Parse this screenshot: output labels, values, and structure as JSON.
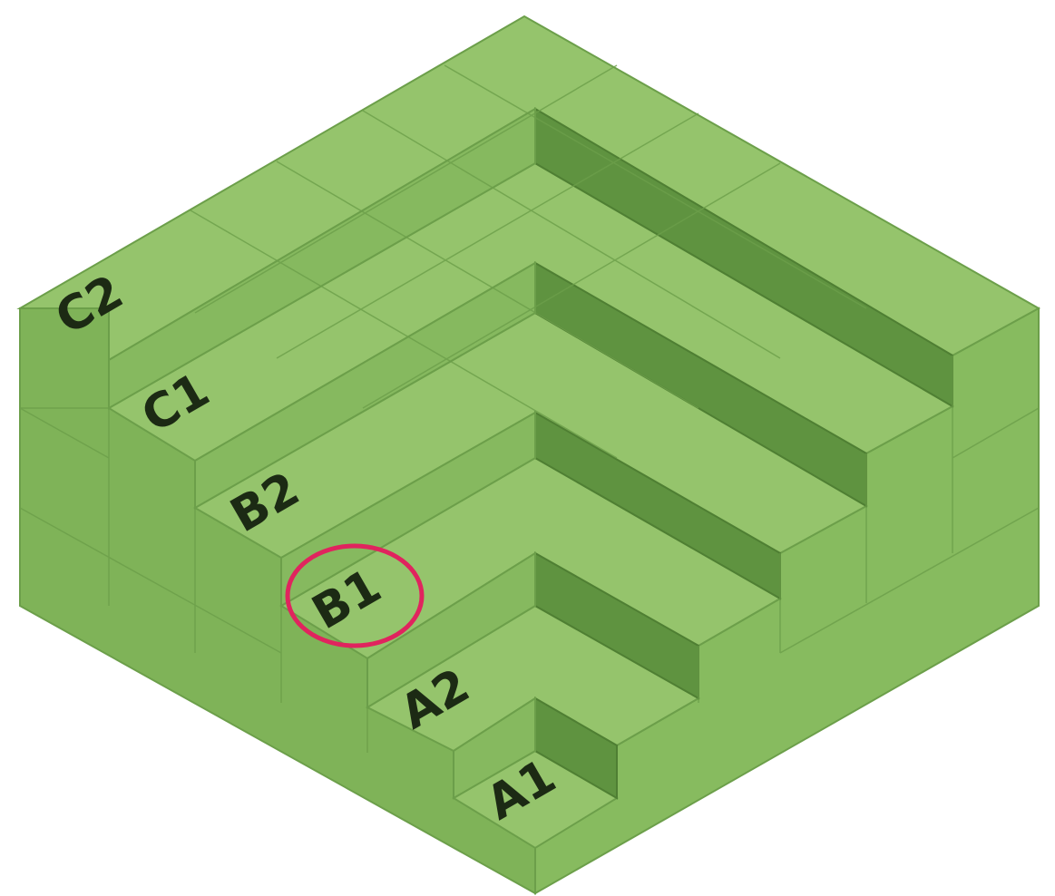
{
  "diagram": {
    "description_type": "isometric-stepped-block",
    "colors": {
      "top_face": "#95c46c",
      "left_face": "#7fb358",
      "right_face": "#87bb5f",
      "shadow_face": "#5f9340",
      "edge": "#6c9f4a",
      "label": "#1c2a14",
      "highlight": "#e0245e",
      "background": "#ffffff"
    },
    "step_labels": [
      {
        "id": "c2",
        "text": "C2",
        "highlighted": false
      },
      {
        "id": "c1",
        "text": "C1",
        "highlighted": false
      },
      {
        "id": "b2",
        "text": "B2",
        "highlighted": false
      },
      {
        "id": "b1",
        "text": "B1",
        "highlighted": true
      },
      {
        "id": "a2",
        "text": "A2",
        "highlighted": false
      },
      {
        "id": "a1",
        "text": "A1",
        "highlighted": false
      }
    ]
  }
}
